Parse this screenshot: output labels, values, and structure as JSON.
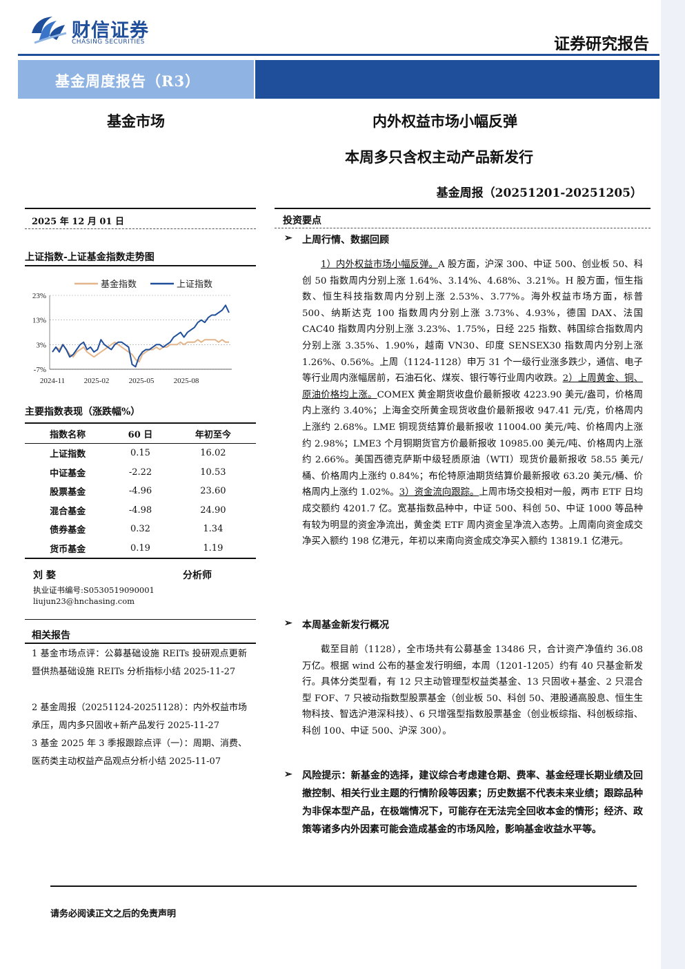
{
  "logo": {
    "name_cn": "财信证券",
    "name_en": "CHASING SECURITIES"
  },
  "report_type": "证券研究报告",
  "banner": {
    "label": "基金周度报告（R3）"
  },
  "sector": "基金市场",
  "title_line1": "内外权益市场小幅反弹",
  "title_line2": "本周多只含权主动产品新发行",
  "subtitle": "基金周报（20251201-20251205）",
  "date": "2025 年 12 月 01 日",
  "chart_section_title": "上证指数-上证基金指数走势图",
  "chart_data": {
    "type": "line",
    "title": "",
    "x_ticks": [
      "2024-11",
      "2025-02",
      "2025-05",
      "2025-08"
    ],
    "y_ticks": [
      "23%",
      "13%",
      "3%",
      "-7%"
    ],
    "ylim": [
      -7,
      23
    ],
    "legend": "top",
    "series": [
      {
        "name": "基金指数",
        "color": "#e3b58a",
        "values": [
          0,
          2,
          1,
          3,
          1,
          -1,
          -2,
          0,
          1,
          2,
          0,
          -1,
          -2,
          -1,
          0,
          1,
          2,
          3,
          4,
          3,
          2,
          1,
          0,
          -1,
          -3,
          -4,
          -1,
          0,
          1,
          1,
          2,
          1,
          2,
          2,
          3,
          3,
          3,
          4,
          3,
          4,
          4,
          4,
          5,
          4,
          5,
          5,
          5,
          5,
          4,
          5,
          4,
          4
        ]
      },
      {
        "name": "上证指数",
        "color": "#1f4e9a",
        "values": [
          0,
          2,
          0,
          3,
          1,
          -2,
          -1,
          1,
          3,
          4,
          1,
          2,
          0,
          1,
          5,
          3,
          2,
          1,
          3,
          4,
          4,
          3,
          2,
          -5,
          -6,
          -2,
          0,
          1,
          1,
          2,
          3,
          3,
          2,
          3,
          4,
          6,
          7,
          8,
          6,
          8,
          9,
          10,
          12,
          13,
          12,
          14,
          15,
          15,
          16,
          17,
          19,
          16
        ]
      }
    ]
  },
  "perf_section_title": "主要指数表现（涨跌幅%）",
  "perf_table": {
    "headers": [
      "指数名称",
      "60 日",
      "年初至今"
    ],
    "rows": [
      [
        "上证指数",
        "0.15",
        "16.02"
      ],
      [
        "中证基金",
        "-2.22",
        "10.53"
      ],
      [
        "股票基金",
        "-4.96",
        "23.60"
      ],
      [
        "混合基金",
        "-4.98",
        "24.90"
      ],
      [
        "债券基金",
        "0.32",
        "1.34"
      ],
      [
        "货币基金",
        "0.19",
        "1.19"
      ]
    ]
  },
  "analyst": {
    "name": "刘 婺",
    "role": "分析师",
    "cert": "执业证书编号:S0530519090001",
    "email": "liujun23@hnchasing.com"
  },
  "related_section_title": "相关报告",
  "related_reports": [
    "1 基金市场点评：公募基础设施 REITs 投研观点更新暨供热基础设施 REITs 分析指标小结 2025-11-27",
    "2 基金周报（20251124-20251128）：内外权益市场承压，周内多只固收+新产品发行 2025-11-27",
    "3 基金 2025 年 3 季报跟踪点评（一）：周期、消费、医药类主动权益产品观点分析小结 2025-11-07"
  ],
  "invest_title": "投资要点",
  "sections": {
    "s1_title": "上周行情、数据回顾",
    "s1_u1": "1）内外权益市场小幅反弹。",
    "s1_t1": "A 股方面，沪深 300、中证 500、创业板 50、科创 50 指数周内分别上涨 1.64%、3.14%、4.68%、3.21%。H 股方面，恒生指数、恒生科技指数周内分别上涨 2.53%、3.77%。海外权益市场方面，标普 500、纳斯达克 100 指数周内分别上涨 3.73%、4.93%，德国 DAX、法国 CAC40 指数周内分别上涨 3.23%、1.75%，日经 225 指数、韩国综合指数周内分别上涨 3.35%、1.90%，越南 VN30、印度 SENSEX30 指数周内分别上涨 1.26%、0.56%。上周（1124-1128）申万 31 个一级行业涨多跌少，通信、电子等行业周内涨幅居前，石油石化、煤炭、银行等行业周内收跌。",
    "s1_u2": "2）上周黄金、铜、原油价格均上涨。",
    "s1_t2": "COMEX 黄金期货收盘价最新报收 4223.90 美元/盎司，价格周内上涨约 3.40%；上海金交所黄金现货收盘价最新报收 947.41 元/克，价格周内上涨约 2.68%。LME 铜现货结算价最新报收 11004.00 美元/吨、价格周内上涨约 2.98%；LME3 个月铜期货官方价最新报收 10985.00 美元/吨、价格周内上涨约 2.66%。美国西德克萨斯中级轻质原油（WTI）现货价最新报收 58.55 美元/桶、价格周内上涨约 0.84%；布伦特原油期货结算价最新报收 63.20 美元/桶、价格周内上涨约 1.02%。",
    "s1_u3": "3）资金流向跟踪。",
    "s1_t3": "上周市场交投相对一般，两市 ETF 日均成交额约 4201.7 亿。宽基指数品种中，中证 500、科创 50、中证 1000 等品种有较为明显的资金净流出，黄金类 ETF 周内资金呈净流入态势。上周南向资金成交净买入额约 198 亿港元，年初以来南向资金成交净买入额约 13819.1 亿港元。",
    "s2_title": "本周基金新发行概况",
    "s2_text": "截至目前（1128），全市场共有公募基金 13486 只，合计资产净值约 36.08 万亿。根据 wind 公布的基金发行明细，本周（1201-1205）约有 40 只基金新发行。具体分类型看，有 12 只主动管理型权益类基金、13 只固收+基金、2 只混合型 FOF、7 只被动指数型股票基金（创业板 50、科创 50、港股通高股息、恒生生物科技、智选沪港深科技）、6 只增强型指数股票基金（创业板综指、科创板综指、科创 100、中证 500、沪深 300）。",
    "risk_text": "风险提示：新基金的选择，建议综合考虑建仓期、费率、基金经理长期业绩及回撤控制、相关行业主题的行情阶段等因素；历史数据不代表未来业绩；跟踪品种为非保本型产品，在极端情况下，可能存在无法完全回收本金的情形；经济、政策等诸多内外因素可能会造成基金的市场风险，影响基金收益水平等。"
  },
  "footer": "请务必阅读正文之后的免责声明",
  "colors": {
    "brand_blue": "#1f4e9a",
    "banner_light": "#8fb4e3",
    "fund_line": "#e3b58a"
  }
}
